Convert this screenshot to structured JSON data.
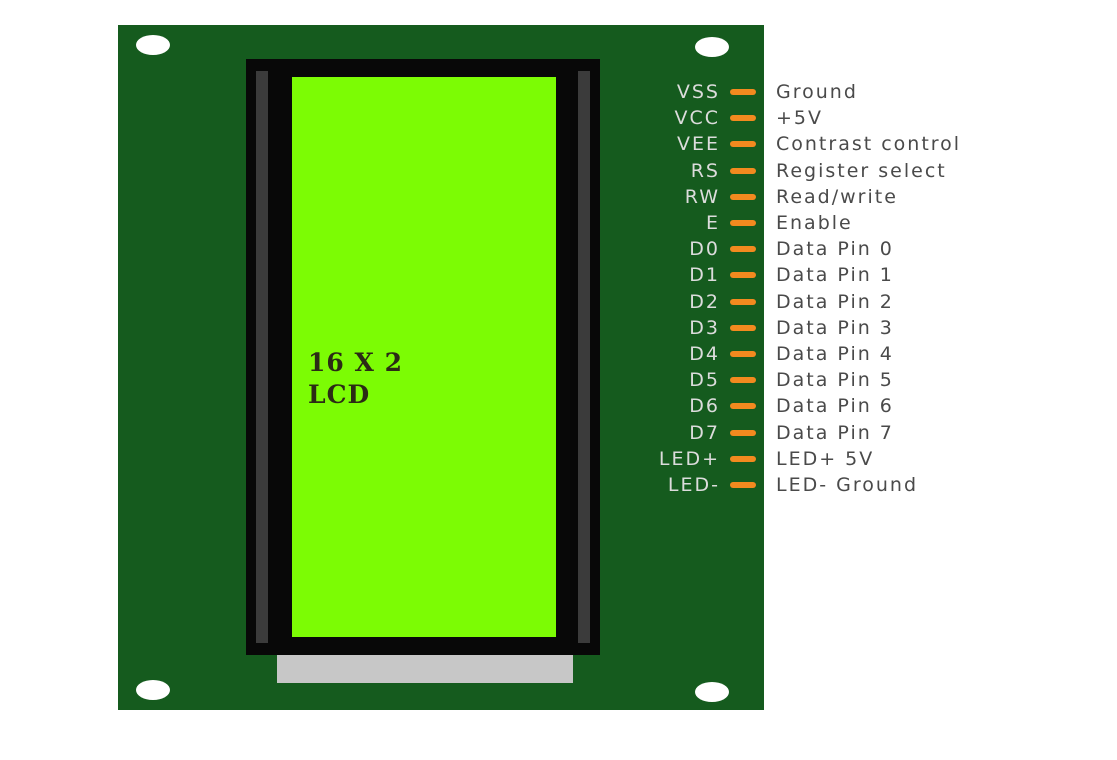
{
  "display": {
    "line1": "16 X 2",
    "line2": "LCD"
  },
  "board_mark": "",
  "pins": [
    {
      "pin": "VSS",
      "description": "Ground"
    },
    {
      "pin": "VCC",
      "description": "+5V"
    },
    {
      "pin": "VEE",
      "description": "Contrast control"
    },
    {
      "pin": "RS",
      "description": "Register select"
    },
    {
      "pin": "RW",
      "description": "Read/write"
    },
    {
      "pin": "E",
      "description": "Enable"
    },
    {
      "pin": "D0",
      "description": "Data Pin 0"
    },
    {
      "pin": "D1",
      "description": "Data Pin 1"
    },
    {
      "pin": "D2",
      "description": "Data Pin 2"
    },
    {
      "pin": "D3",
      "description": "Data Pin 3"
    },
    {
      "pin": "D4",
      "description": "Data Pin 4"
    },
    {
      "pin": "D5",
      "description": "Data Pin 5"
    },
    {
      "pin": "D6",
      "description": "Data Pin 6"
    },
    {
      "pin": "D7",
      "description": "Data Pin 7"
    },
    {
      "pin": "LED+",
      "description": "LED+ 5V"
    },
    {
      "pin": "LED-",
      "description": "LED- Ground"
    }
  ],
  "colors": {
    "board": "#155b1e",
    "screen": "#7cfc04",
    "pin_stub": "#f28a1f",
    "pin_label": "#dcdcdc",
    "description": "#4a4a4a"
  }
}
